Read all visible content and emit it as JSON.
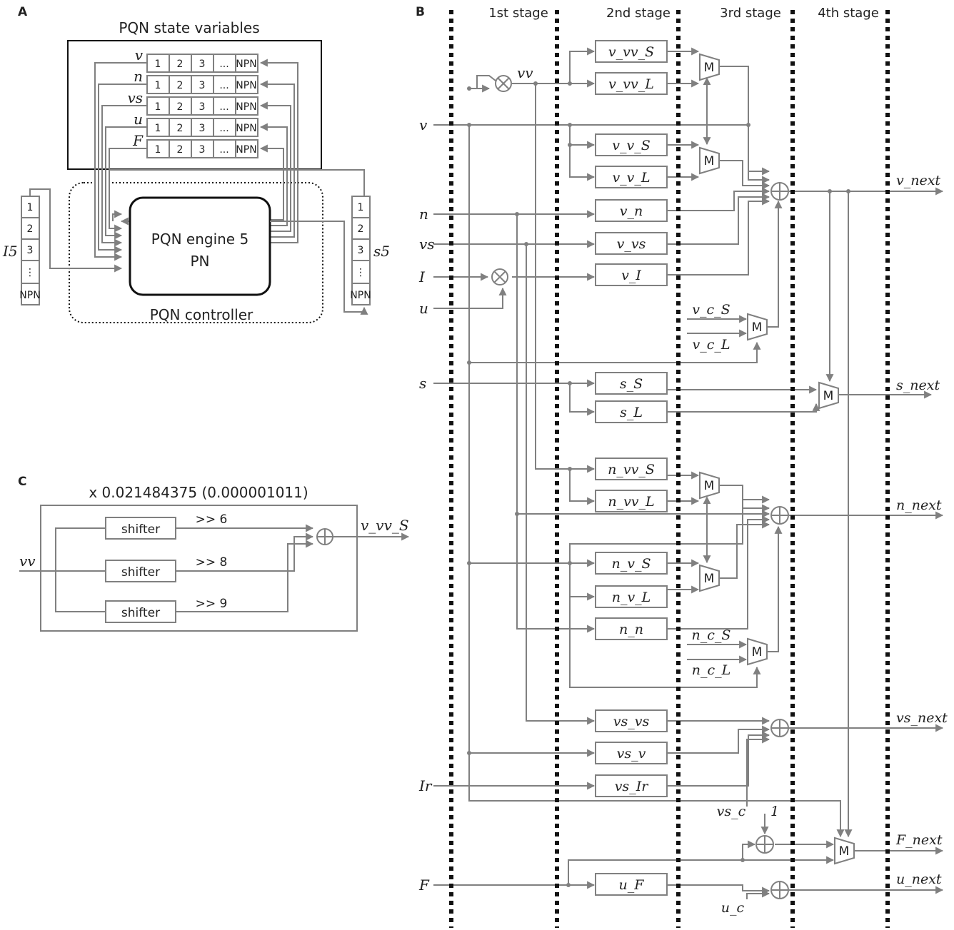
{
  "panel_a": {
    "label": "A",
    "title": "PQN state variables",
    "rows": [
      "v",
      "n",
      "vs",
      "u",
      "F"
    ],
    "cells": [
      "1",
      "2",
      "3",
      "...",
      "NPN"
    ],
    "engine_line1": "PQN engine 5",
    "engine_line2": "PN",
    "controller": "PQN controller",
    "in_bank": "I5",
    "out_bank": "s5",
    "bank_cells": [
      "1",
      "2",
      "3",
      "⋮",
      "NPN"
    ]
  },
  "panel_b": {
    "label": "B",
    "stages": [
      "1st stage",
      "2nd stage",
      "3rd stage",
      "4th stage"
    ],
    "inputs": [
      "v",
      "n",
      "vs",
      "I",
      "u",
      "s",
      "Ir",
      "F"
    ],
    "vv_label": "vv",
    "boxes": [
      "v_vv_S",
      "v_vv_L",
      "v_v_S",
      "v_v_L",
      "v_n",
      "v_vs",
      "v_I",
      "s_S",
      "s_L",
      "n_vv_S",
      "n_vv_L",
      "n_v_S",
      "n_v_L",
      "n_n",
      "vs_vs",
      "vs_v",
      "vs_Ir",
      "u_F"
    ],
    "consts": [
      "v_c_S",
      "v_c_L",
      "n_c_S",
      "n_c_L",
      "vs_c",
      "u_c"
    ],
    "one": "1",
    "mux": "M",
    "outputs": [
      "v_next",
      "s_next",
      "n_next",
      "vs_next",
      "F_next",
      "u_next"
    ]
  },
  "panel_c": {
    "label": "C",
    "title": "x 0.021484375 (0.000001011)",
    "input": "vv",
    "shifter": "shifter",
    "shifts": [
      ">> 6",
      ">> 8",
      ">> 9"
    ],
    "output": "v_vv_S"
  },
  "colors": {
    "line": "#808080",
    "dots": "#111111",
    "text": "#222222"
  }
}
